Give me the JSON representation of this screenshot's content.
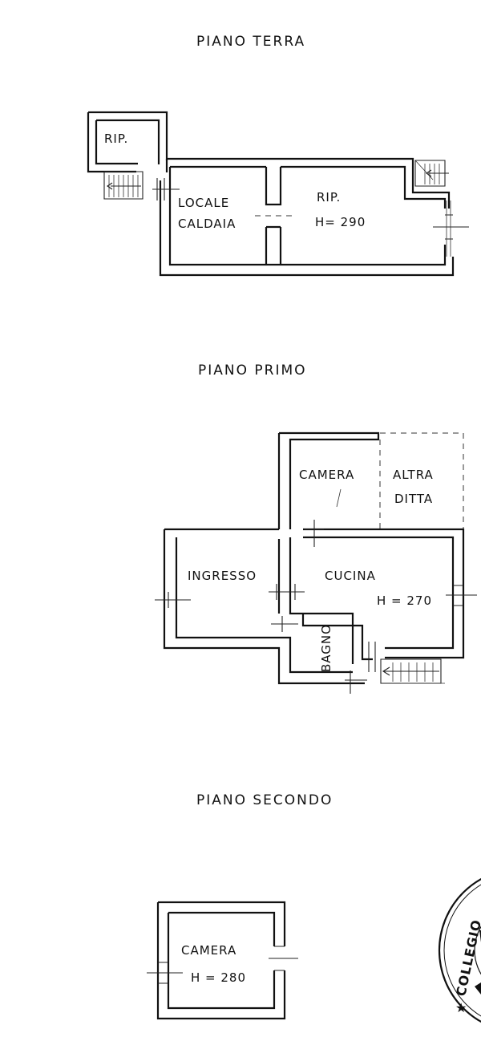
{
  "floors": {
    "ground": {
      "title": "PIANO TERRA",
      "rooms": {
        "storage_small": "RIP.",
        "boiler_line1": "LOCALE",
        "boiler_line2": "CALDAIA",
        "storage_main_line1": "RIP.",
        "storage_main_line2": "H= 290"
      }
    },
    "first": {
      "title": "PIANO PRIMO",
      "rooms": {
        "bedroom": "CAMERA",
        "other_owner_line1": "ALTRA",
        "other_owner_line2": "DITTA",
        "entrance": "INGRESSO",
        "kitchen_line1": "CUCINA",
        "kitchen_line2": "H = 270",
        "bathroom": "BAGNO"
      }
    },
    "second": {
      "title": "PIANO SECONDO",
      "rooms": {
        "bedroom_line1": "CAMERA",
        "bedroom_line2": "H = 280"
      }
    }
  },
  "seal": {
    "text": "COLLEGIO"
  },
  "colors": {
    "ink": "#111111",
    "paper": "#ffffff"
  }
}
